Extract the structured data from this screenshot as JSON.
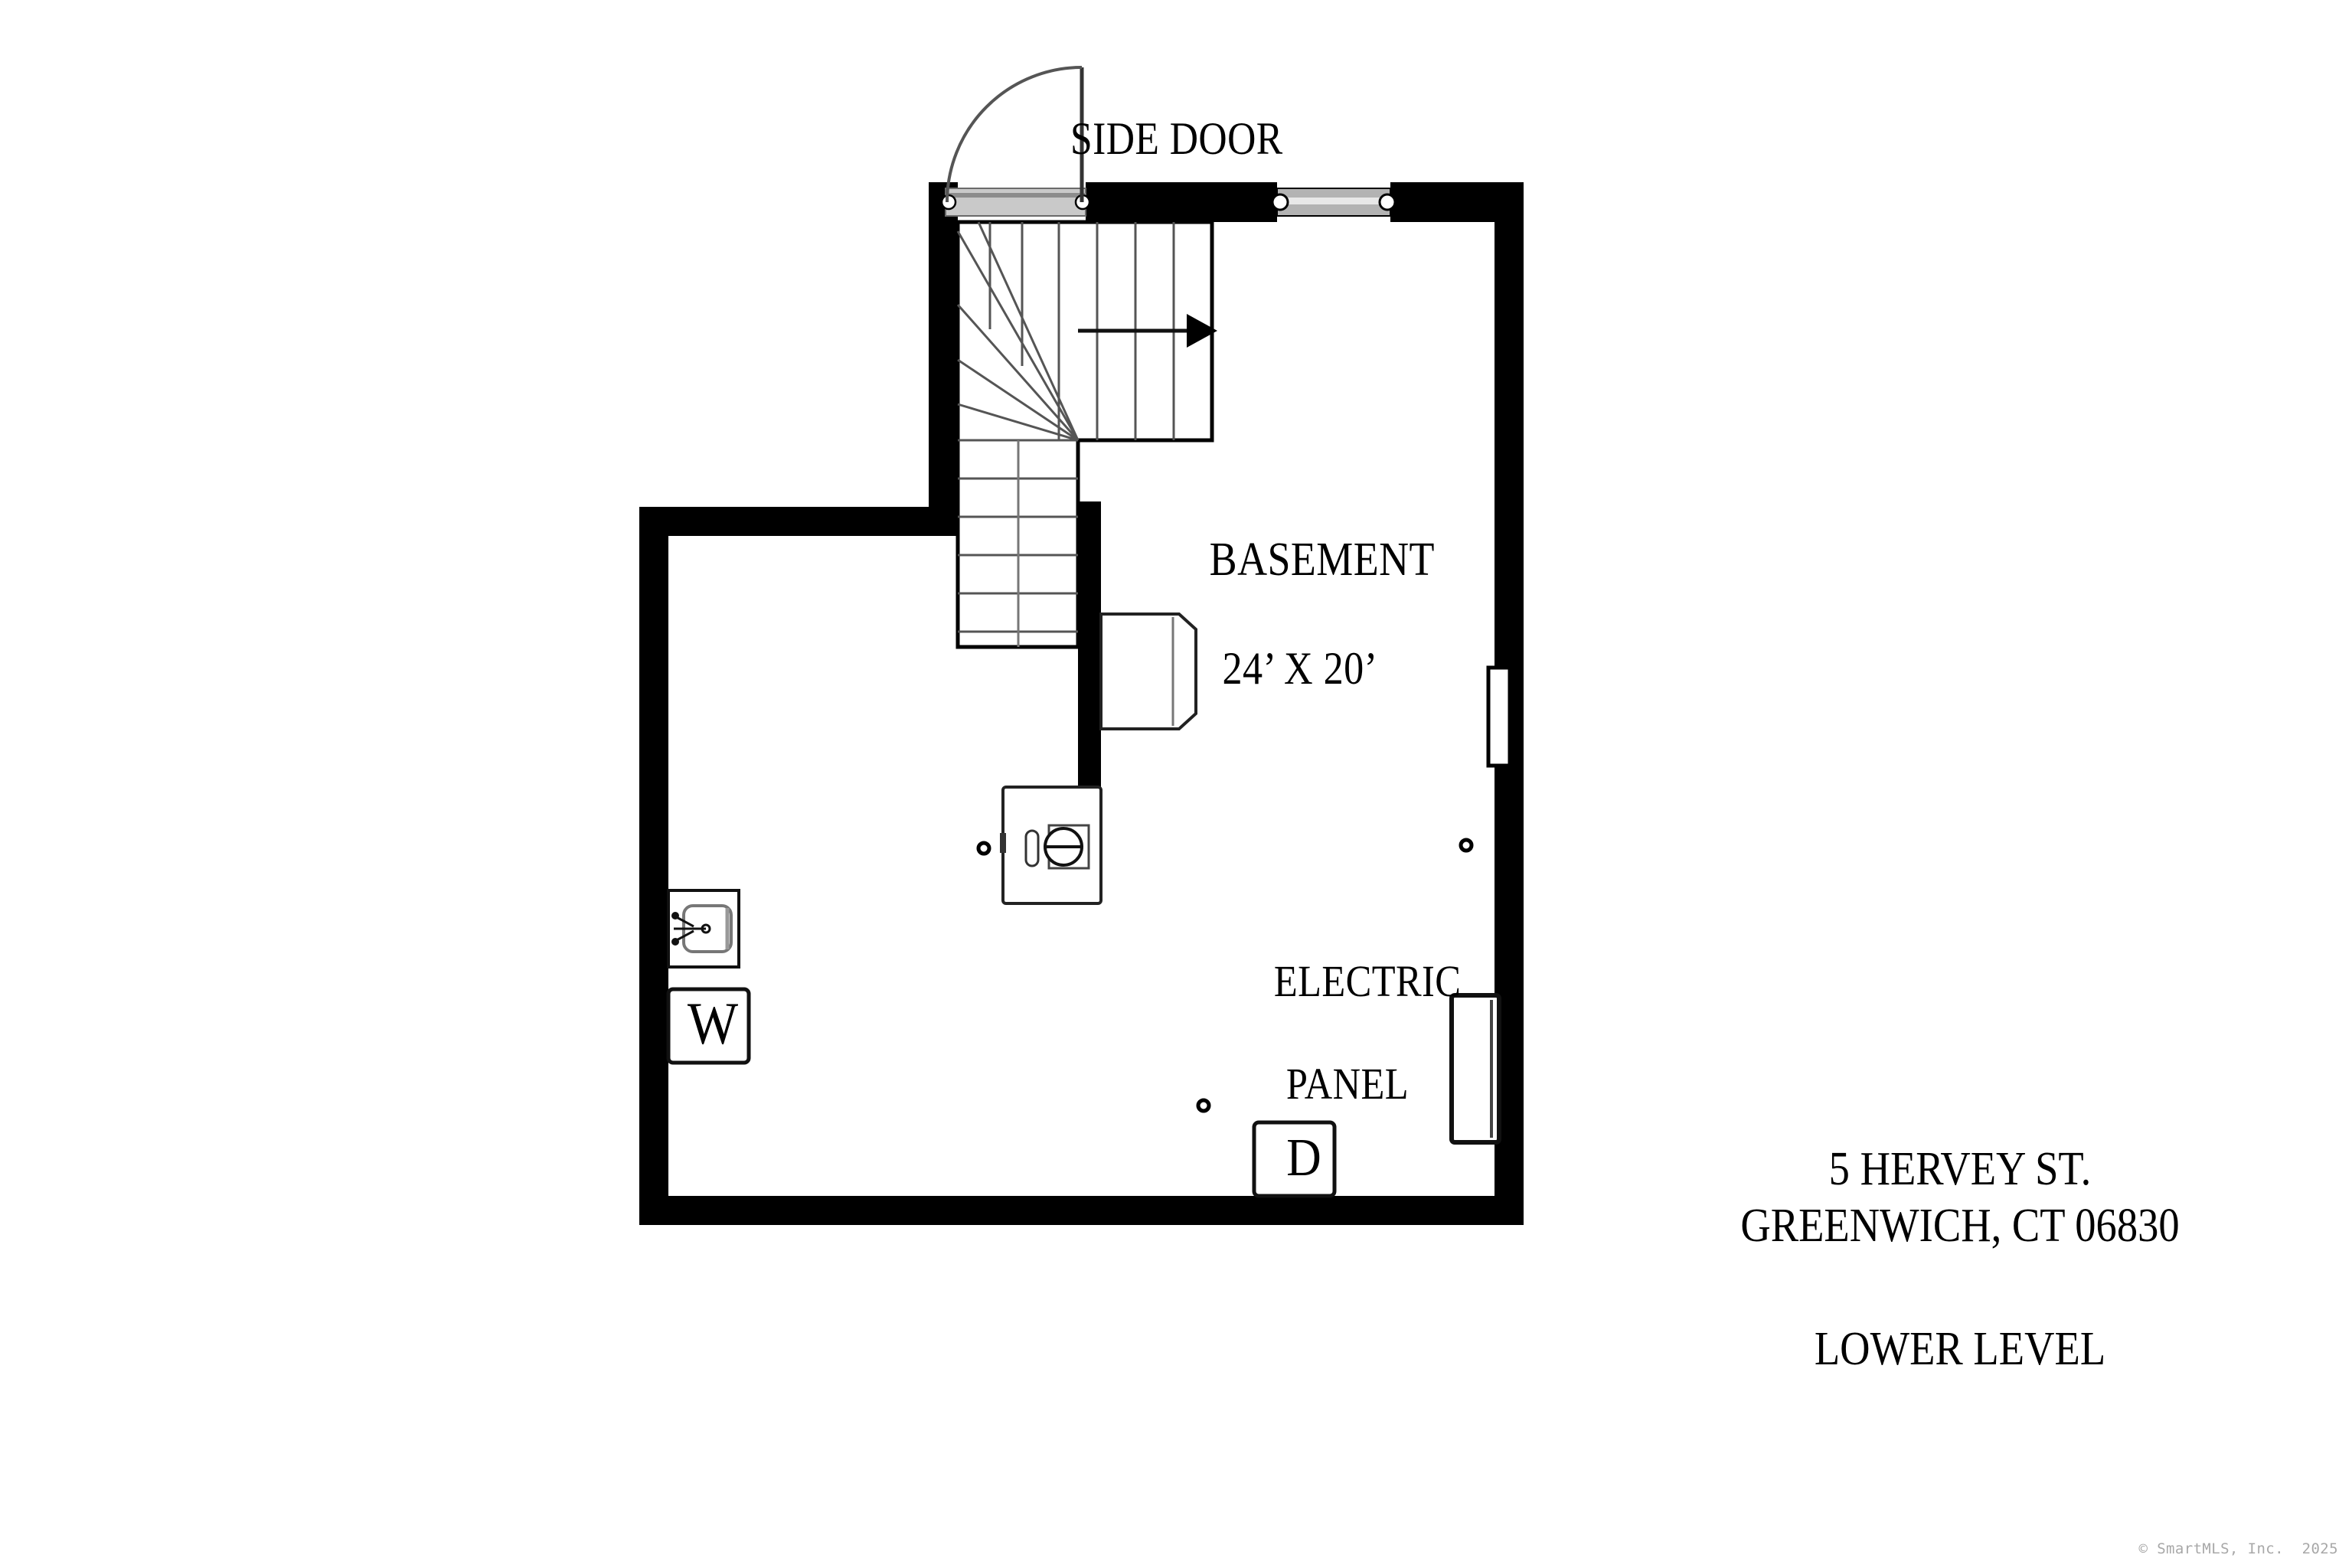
{
  "document": {
    "type": "real-estate-floor-plan",
    "level_title": "LOWER LEVEL",
    "address_line1": "5 HERVEY ST.",
    "address_line2": "GREENWICH, CT 06830",
    "copyright": "© SmartMLS, Inc.  2025"
  },
  "plan": {
    "rooms": [
      {
        "name": "BASEMENT",
        "label": "BASEMENT",
        "dimensions": "24’ X 20’",
        "width_ft": 24,
        "depth_ft": 20
      }
    ],
    "annotations": [
      {
        "id": "side-door",
        "label": "SIDE DOOR"
      },
      {
        "id": "electric-panel",
        "label_line1": "ELECTRIC",
        "label_line2": "PANEL"
      }
    ],
    "appliances": [
      {
        "id": "washer",
        "letter": "W",
        "meaning": "Washer"
      },
      {
        "id": "dryer",
        "letter": "D",
        "meaning": "Dryer"
      }
    ],
    "fixtures": [
      {
        "id": "utility-sink",
        "type": "sink"
      },
      {
        "id": "water-heater",
        "type": "water-heater"
      },
      {
        "id": "furnace",
        "type": "furnace"
      },
      {
        "id": "electric-panel-box",
        "type": "panel"
      },
      {
        "id": "lally-column-1",
        "type": "column"
      },
      {
        "id": "lally-column-2",
        "type": "column"
      },
      {
        "id": "lally-column-3",
        "type": "column"
      }
    ],
    "openings": [
      {
        "id": "side-entry-door",
        "type": "door",
        "wall": "top",
        "swing": "outward-left"
      },
      {
        "id": "top-window",
        "type": "window",
        "wall": "top"
      },
      {
        "id": "right-window",
        "type": "window",
        "wall": "right"
      }
    ],
    "circulation": [
      {
        "id": "stair",
        "type": "winder-stair",
        "direction": "up",
        "arrow": "right"
      }
    ]
  },
  "colors": {
    "wall": "#000000",
    "background": "#ffffff",
    "line": "#000000",
    "glass": "#b3b3b3",
    "copyright_text": "#a8a8a8"
  }
}
